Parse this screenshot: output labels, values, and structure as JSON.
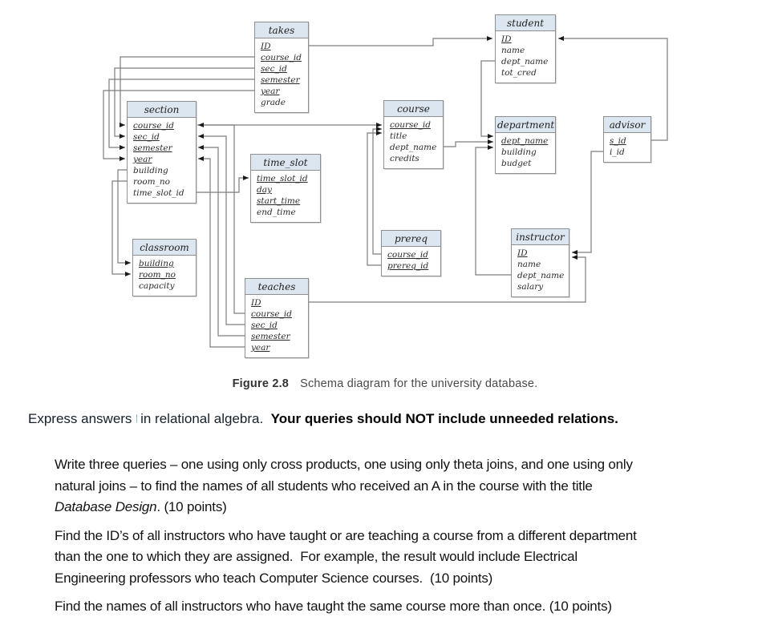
{
  "figure": {
    "caption_label": "Figure 2.8",
    "caption_text": "Schema diagram for the university database."
  },
  "colors": {
    "table_header_fill": "#dce6f0",
    "table_border": "#8f8f8f",
    "connector_line": "#7d7d7d",
    "arrowhead": "#1a1a1a"
  },
  "diagram": {
    "tables": [
      {
        "id": "takes",
        "name": "takes",
        "attributes": [
          {
            "name": "ID",
            "pk": true
          },
          {
            "name": "course_id",
            "pk": true
          },
          {
            "name": "sec_id",
            "pk": true
          },
          {
            "name": "semester",
            "pk": true
          },
          {
            "name": "year",
            "pk": true
          },
          {
            "name": "grade",
            "pk": false
          }
        ]
      },
      {
        "id": "student",
        "name": "student",
        "attributes": [
          {
            "name": "ID",
            "pk": true
          },
          {
            "name": "name",
            "pk": false
          },
          {
            "name": "dept_name",
            "pk": false
          },
          {
            "name": "tot_cred",
            "pk": false
          }
        ]
      },
      {
        "id": "section",
        "name": "section",
        "attributes": [
          {
            "name": "course_id",
            "pk": true
          },
          {
            "name": "sec_id",
            "pk": true
          },
          {
            "name": "semester",
            "pk": true
          },
          {
            "name": "year",
            "pk": true
          },
          {
            "name": "building",
            "pk": false
          },
          {
            "name": "room_no",
            "pk": false
          },
          {
            "name": "time_slot_id",
            "pk": false
          }
        ]
      },
      {
        "id": "course",
        "name": "course",
        "attributes": [
          {
            "name": "course_id",
            "pk": true
          },
          {
            "name": "title",
            "pk": false
          },
          {
            "name": "dept_name",
            "pk": false
          },
          {
            "name": "credits",
            "pk": false
          }
        ]
      },
      {
        "id": "department",
        "name": "department",
        "attributes": [
          {
            "name": "dept_name",
            "pk": true
          },
          {
            "name": "building",
            "pk": false
          },
          {
            "name": "budget",
            "pk": false
          }
        ]
      },
      {
        "id": "advisor",
        "name": "advisor",
        "attributes": [
          {
            "name": "s_id",
            "pk": true
          },
          {
            "name": "i_id",
            "pk": false
          }
        ]
      },
      {
        "id": "time_slot",
        "name": "time_slot",
        "attributes": [
          {
            "name": "time_slot_id",
            "pk": true
          },
          {
            "name": "day",
            "pk": true
          },
          {
            "name": "start_time",
            "pk": true
          },
          {
            "name": "end_time",
            "pk": false
          }
        ]
      },
      {
        "id": "classroom",
        "name": "classroom",
        "attributes": [
          {
            "name": "building",
            "pk": true
          },
          {
            "name": "room_no",
            "pk": true
          },
          {
            "name": "capacity",
            "pk": false
          }
        ]
      },
      {
        "id": "prereq",
        "name": "prereq",
        "attributes": [
          {
            "name": "course_id",
            "pk": true
          },
          {
            "name": "prereq_id",
            "pk": true
          }
        ]
      },
      {
        "id": "instructor",
        "name": "instructor",
        "attributes": [
          {
            "name": "ID",
            "pk": true
          },
          {
            "name": "name",
            "pk": false
          },
          {
            "name": "dept_name",
            "pk": false
          },
          {
            "name": "salary",
            "pk": false
          }
        ]
      },
      {
        "id": "teaches",
        "name": "teaches",
        "attributes": [
          {
            "name": "ID",
            "pk": true
          },
          {
            "name": "course_id",
            "pk": true
          },
          {
            "name": "sec_id",
            "pk": true
          },
          {
            "name": "semester",
            "pk": true
          },
          {
            "name": "year",
            "pk": true
          }
        ]
      }
    ]
  },
  "content": {
    "intro": [
      {
        "text": "Express answers ",
        "style": "normal"
      },
      {
        "text": "| ",
        "style": "faint"
      },
      {
        "text": "in relational algebra.  ",
        "style": "normal"
      },
      {
        "text": "Your queries should NOT include unneeded relations.",
        "style": "bold"
      }
    ],
    "questions": [
      {
        "lines": [
          [
            {
              "text": "Write three queries – one using only cross products, one using only theta joins, and one using only",
              "style": "normal"
            }
          ],
          [
            {
              "text": "natural joins – to find the names of all students who received an A in the course with the title",
              "style": "normal"
            }
          ],
          [
            {
              "text": "Database Design",
              "style": "italic"
            },
            {
              "text": ". (10 points)",
              "style": "normal"
            }
          ]
        ]
      },
      {
        "lines": [
          [
            {
              "text": "Find the ID’s of all instructors who have taught or are teaching a course from a different department",
              "style": "normal"
            }
          ],
          [
            {
              "text": "than the one to which they are assigned.  For example, the result would include Electrical",
              "style": "normal"
            }
          ],
          [
            {
              "text": "Engineering professors who teach Computer Science courses.  (10 points)",
              "style": "normal"
            }
          ]
        ]
      },
      {
        "lines": [
          [
            {
              "text": "Find the names of all instructors who have taught the same course more than once. (10 points)",
              "style": "normal"
            }
          ]
        ]
      }
    ]
  }
}
